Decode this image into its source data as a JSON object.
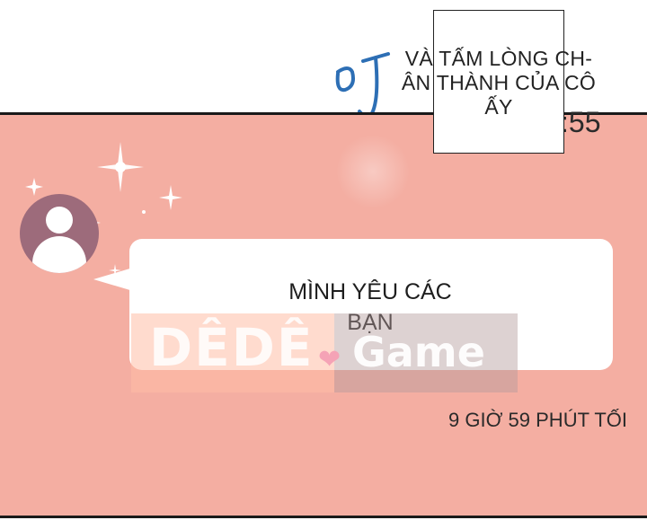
{
  "caption": {
    "sfx": "DJ",
    "note_lines": [
      "VÀ TẤM LÒNG CH-",
      "ÂN THÀNH CỦA CÔ",
      "ẤY"
    ]
  },
  "background_time_fragment": ":55",
  "chat": {
    "message_lines": [
      "MÌNH YÊU CÁC",
      "BẠN"
    ],
    "timestamp": "9 GIỜ 59 PHÚT TỐI"
  },
  "watermark": {
    "left_text": "DÊDÊ",
    "right_text": "Game"
  },
  "colors": {
    "panel_background": "#f4aea2",
    "avatar": "#9d6b7b",
    "bubble": "#ffffff",
    "sfx": "#2d6fb5"
  },
  "icons": {
    "avatar": "user-silhouette-icon",
    "watermark_heart": "heart-icon",
    "sparkle": "sparkle-icon"
  }
}
